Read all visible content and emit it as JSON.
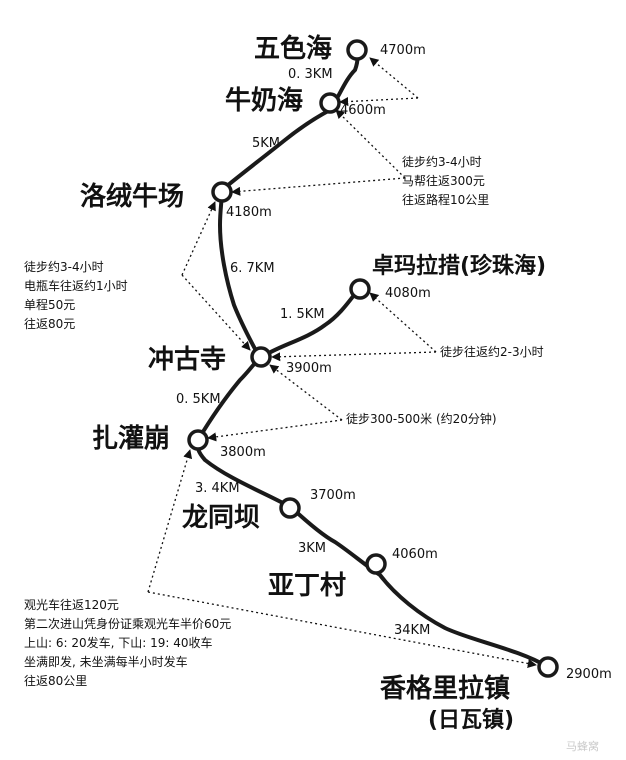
{
  "places": {
    "wuse_hai": "五色海",
    "niunai_hai": "牛奶海",
    "luorong_niuchang": "洛绒牛场",
    "zhuoma_lacuo": "卓玛拉措(珍珠海)",
    "chonggu_si": "冲古寺",
    "zhaguan_beng": "扎灌崩",
    "longtong_ba": "龙同坝",
    "yading_cun": "亚丁村",
    "xianggelila_zhen": "香格里拉镇",
    "riwa_zhen": "(日瓦镇)"
  },
  "elevations": {
    "wuse_hai": "4700m",
    "niunai_hai": "4600m",
    "luorong_niuchang": "4180m",
    "zhuoma_lacuo": "4080m",
    "chonggu_si": "3900m",
    "zhaguan_beng": "3800m",
    "longtong_ba": "3700m",
    "yading_cun": "4060m",
    "xianggelila_zhen": "2900m"
  },
  "distances": {
    "niunai_to_wuse": "0. 3KM",
    "luorong_to_niunai": "5KM",
    "chonggu_to_luorong": "6. 7KM",
    "chonggu_to_zhuoma": "1. 5KM",
    "zhaguan_to_chonggu": "0. 5KM",
    "longtong_to_zhaguan": "3. 4KM",
    "yading_to_longtong": "3KM",
    "town_to_yading": "34KM"
  },
  "notes": {
    "luorong_walk": [
      "徒步约3-4小时",
      "马帮往返300元",
      "往返路程10公里"
    ],
    "chonggu_luorong": [
      "徒步约3-4小时",
      "电瓶车往返约1小时",
      "单程50元",
      "往返80元"
    ],
    "zhuoma_walk": [
      "徒步往返约2-3小时"
    ],
    "chonggu_walk": [
      "徒步300-500米 (约20分钟)"
    ],
    "bus": [
      "观光车往返120元",
      "第二次进山凭身份证乘观光车半价60元",
      "上山: 6: 20发车, 下山: 19: 40收车",
      "坐满即发, 未坐满每半小时发车",
      "往返80公里"
    ]
  },
  "watermark": "马蜂窝",
  "colors": {
    "route": "#1a1a1a",
    "text": "#111111",
    "background": "#ffffff"
  }
}
